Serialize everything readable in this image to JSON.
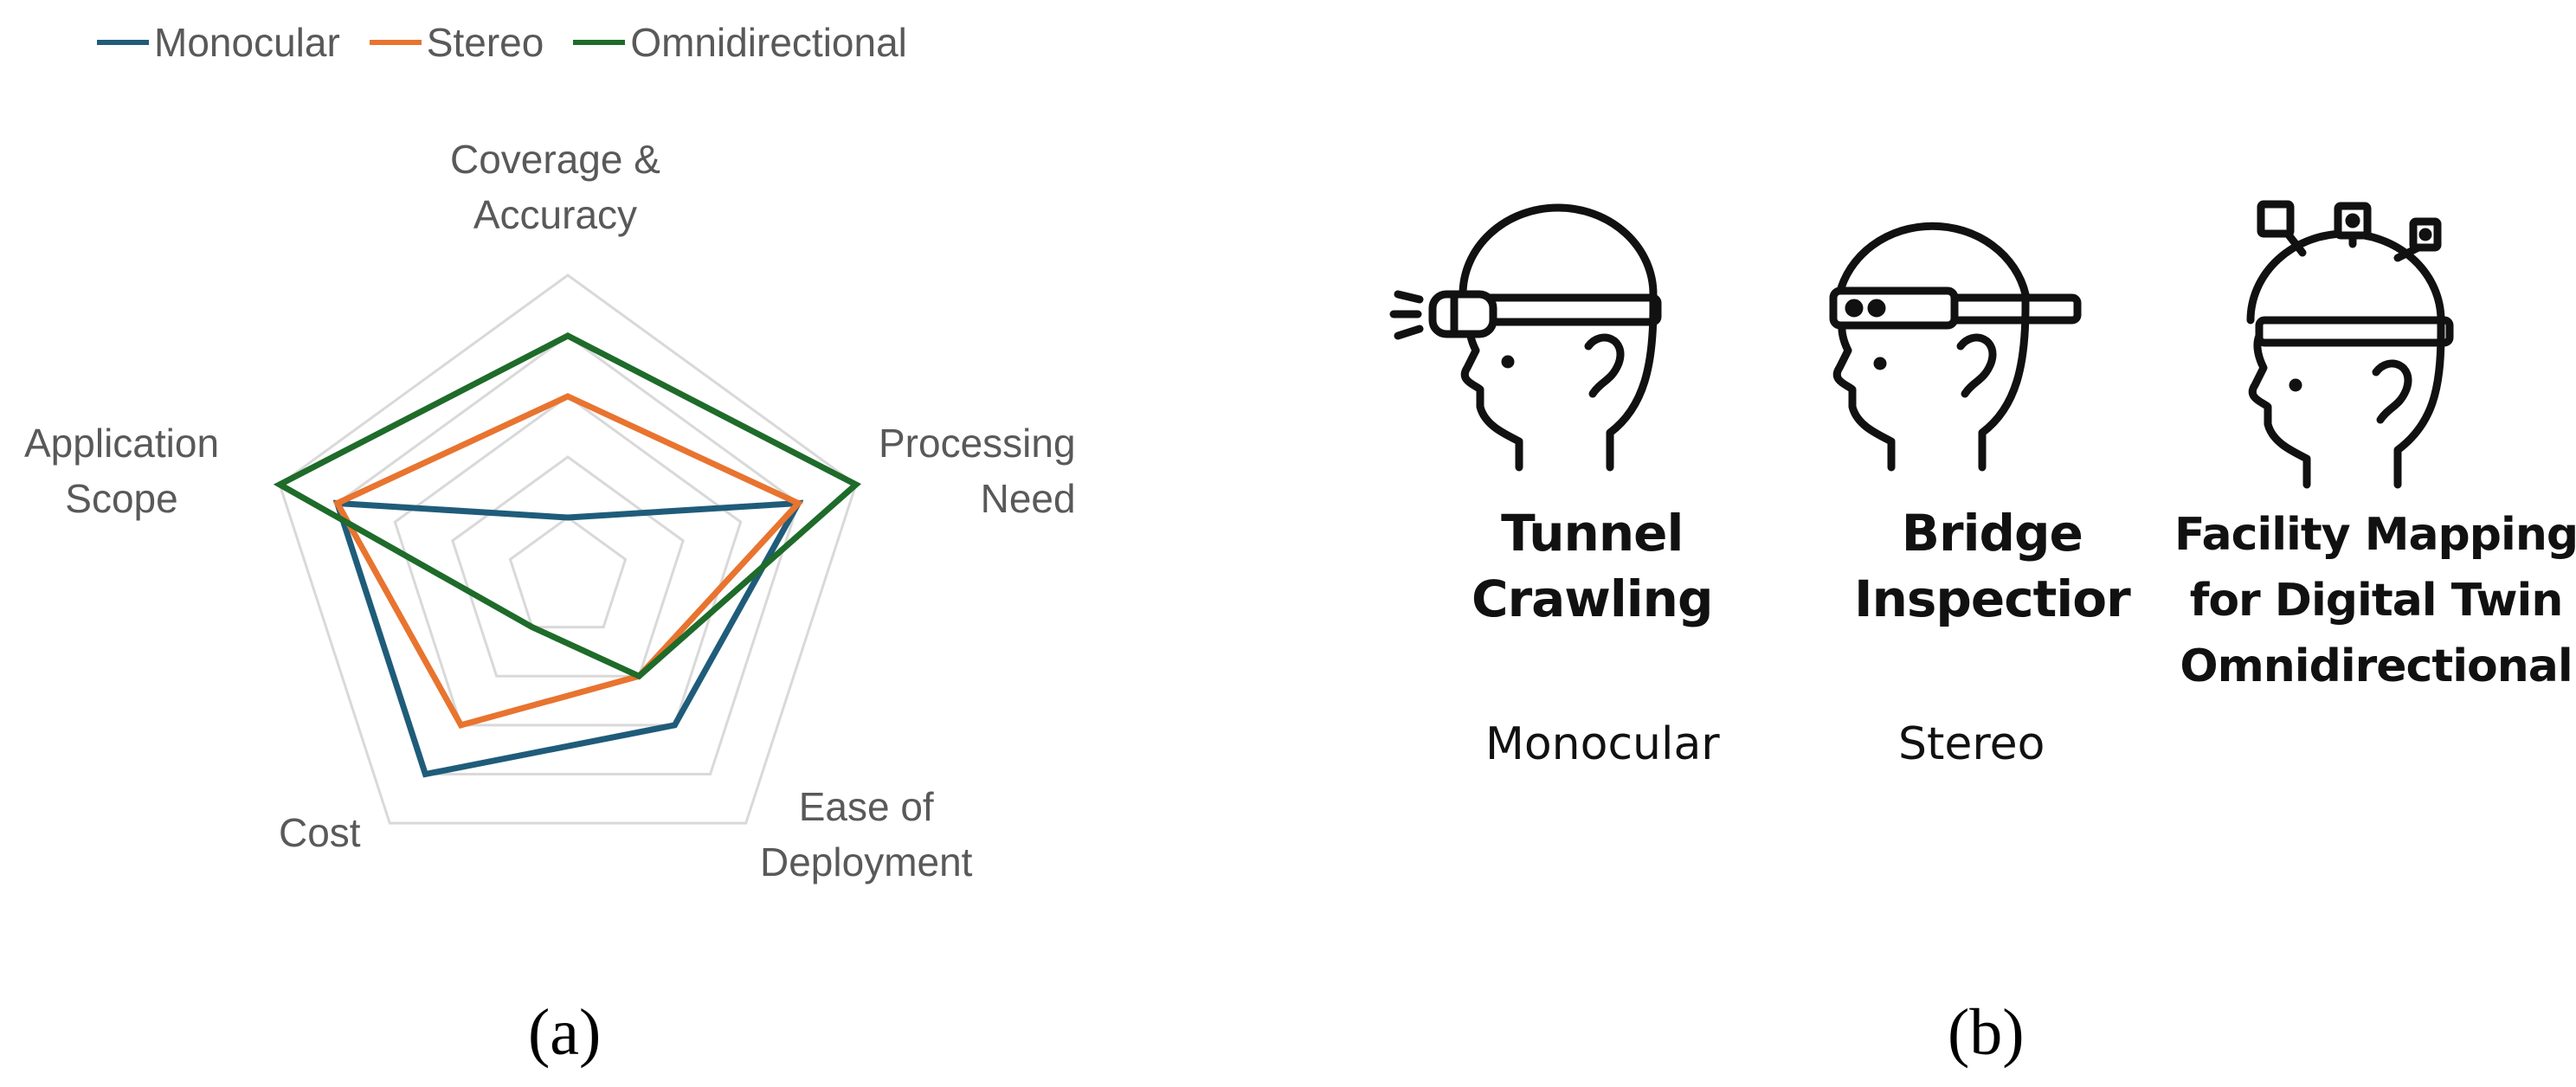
{
  "chart_data": {
    "type": "radar",
    "axes": [
      "Coverage &\nAccuracy",
      "Processing\nNeed",
      "Ease of\nDeployment",
      "Cost",
      "Application\nScope"
    ],
    "rmax": 5,
    "levels": 5,
    "gridlines": true,
    "legend_position": "top-left",
    "series": [
      {
        "name": "Monocular",
        "color": "#1f5c7a",
        "values": [
          1,
          4,
          3,
          4,
          4
        ]
      },
      {
        "name": "Stereo",
        "color": "#e8742f",
        "values": [
          3,
          4,
          2,
          3,
          4
        ]
      },
      {
        "name": "Omnidirectional",
        "color": "#1e6b2a",
        "values": [
          4,
          5,
          2,
          1,
          5
        ]
      }
    ]
  },
  "panel_a_label": "(a)",
  "panel_b_label": "(b)",
  "applications": [
    {
      "title": "Tunnel\nCrawling",
      "camera": "Monocular",
      "icon": "head-monocular-icon"
    },
    {
      "title": "Bridge\nInspectior",
      "camera": "Stereo",
      "icon": "head-stereo-icon"
    },
    {
      "title": "Facility Mapping\nfor Digital Twin\nOmnidirectional",
      "camera": "",
      "icon": "head-omnidirectional-icon"
    }
  ]
}
